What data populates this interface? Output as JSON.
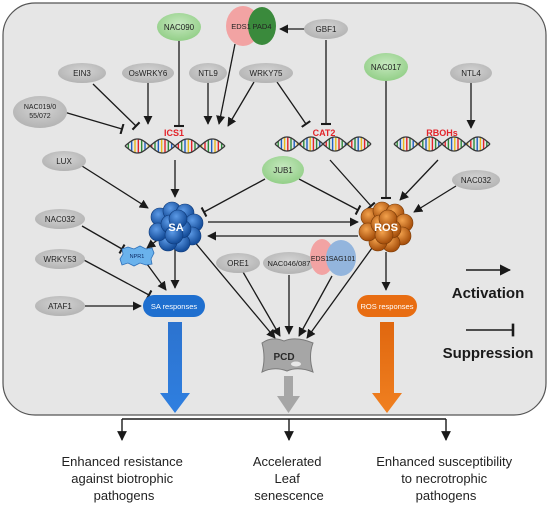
{
  "colors": {
    "panel": "#e6e6e6",
    "node_gray": "#bfbfbf",
    "node_green": "#a9d9a0",
    "sa_blue": "#2f6fc4",
    "ros_orange": "#d8731e",
    "gene_red": "#e2242a",
    "pcd_gray": "#a6a6a6",
    "arrow": "#1a1a1a"
  },
  "nodes": {
    "nac090": "NAC090",
    "eds1": "EDS1",
    "pad4": "PAD4",
    "gbf1": "GBF1",
    "ein3": "EIN3",
    "oswrky6": "OsWRKY6",
    "ntl9": "NTL9",
    "wrky75": "WRKY75",
    "nac017": "NAC017",
    "ntl4": "NTL4",
    "nac019": "NAC019/0\n55/072",
    "lux": "LUX",
    "jub1": "JUB1",
    "nac032_right": "NAC032",
    "nac032_left": "NAC032",
    "npr1": "NPR1",
    "wrky53": "WRKY53",
    "ore1": "ORE1",
    "nac046": "NAC046/087",
    "eds1_b": "EDS1",
    "sag101": "SAG101",
    "ataf1": "ATAF1"
  },
  "genes": {
    "ics1": "ICS1",
    "cat2": "CAT2",
    "rbohs": "RBOHs"
  },
  "hubs": {
    "sa": "SA",
    "ros": "ROS",
    "pcd": "PCD"
  },
  "responses": {
    "sa": "SA responses",
    "ros": "ROS responses"
  },
  "legend": {
    "activation": "Activation",
    "suppression": "Suppression"
  },
  "outcomes": {
    "left": [
      "Enhanced resistance",
      "against biotrophic",
      "pathogens"
    ],
    "middle": [
      "Accelerated",
      "Leaf",
      "senescence"
    ],
    "right": [
      "Enhanced susceptibility",
      "to necrotrophic",
      "pathogens"
    ]
  }
}
